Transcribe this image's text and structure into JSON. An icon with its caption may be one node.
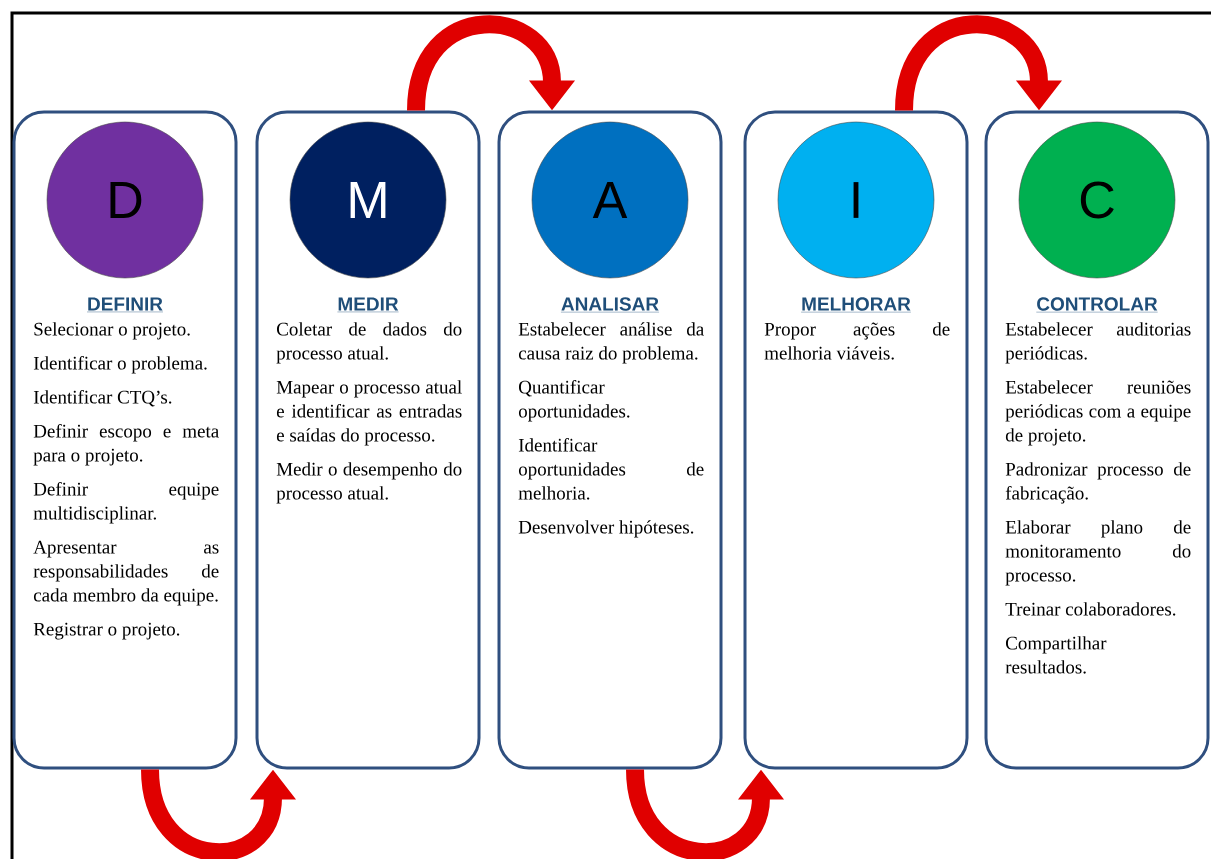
{
  "diagram": {
    "nodes": [
      {
        "text": [
          "DEFINIR",
          "Selecionar o projeto.",
          "Identificar o problema.",
          "Identificar CTQ’s.",
          "Definir escopo e meta para o projeto.",
          "Definir equipe multidisciplinar.",
          "Apresentar as responsabilidades de cada membro da equipe.",
          "Registrar o projeto."
        ]
      },
      {
        "text": [
          "D"
        ],
        "in": 0
      },
      {
        "text": [
          "MEDIR",
          "Coletar de dados do processo atual.",
          "Mapear o processo atual e identificar as entradas e saídas do processo.",
          "Medir o desempenho do processo atual."
        ]
      },
      {
        "text": [
          "M"
        ],
        "in": 2
      },
      {
        "text": [
          "ANALISAR",
          "Estabelecer análise da causa raiz do problema.",
          "Quantificar oportunidades.",
          "Identificar oportunidades de melhoria.",
          "Desenvolver hipóteses."
        ]
      },
      {
        "text": [
          "A"
        ],
        "in": 4
      },
      {
        "text": [
          "MELHORAR",
          "Propor ações de melhoria viáveis."
        ]
      },
      {
        "text": [
          "I"
        ],
        "in": 6
      },
      {
        "text": [
          "CONTROLAR",
          "Estabelecer auditorias periódicas.",
          "Estabelecer reuniões periódicas com a equipe de projeto.",
          "Padronizar processo de fabricação.",
          "Elaborar plano de monitoramento do processo.",
          "Treinar colaboradores.",
          "Compartilhar resultados."
        ]
      },
      {
        "text": [
          "C"
        ],
        "in": 8
      }
    ],
    "edges": [
      {
        "from": 0,
        "to": 2,
        "arrow": "to"
      },
      {
        "from": 2,
        "to": 4,
        "arrow": "to"
      },
      {
        "from": 4,
        "to": 6,
        "arrow": "to"
      },
      {
        "from": 6,
        "to": 8,
        "arrow": "to"
      }
    ]
  }
}
